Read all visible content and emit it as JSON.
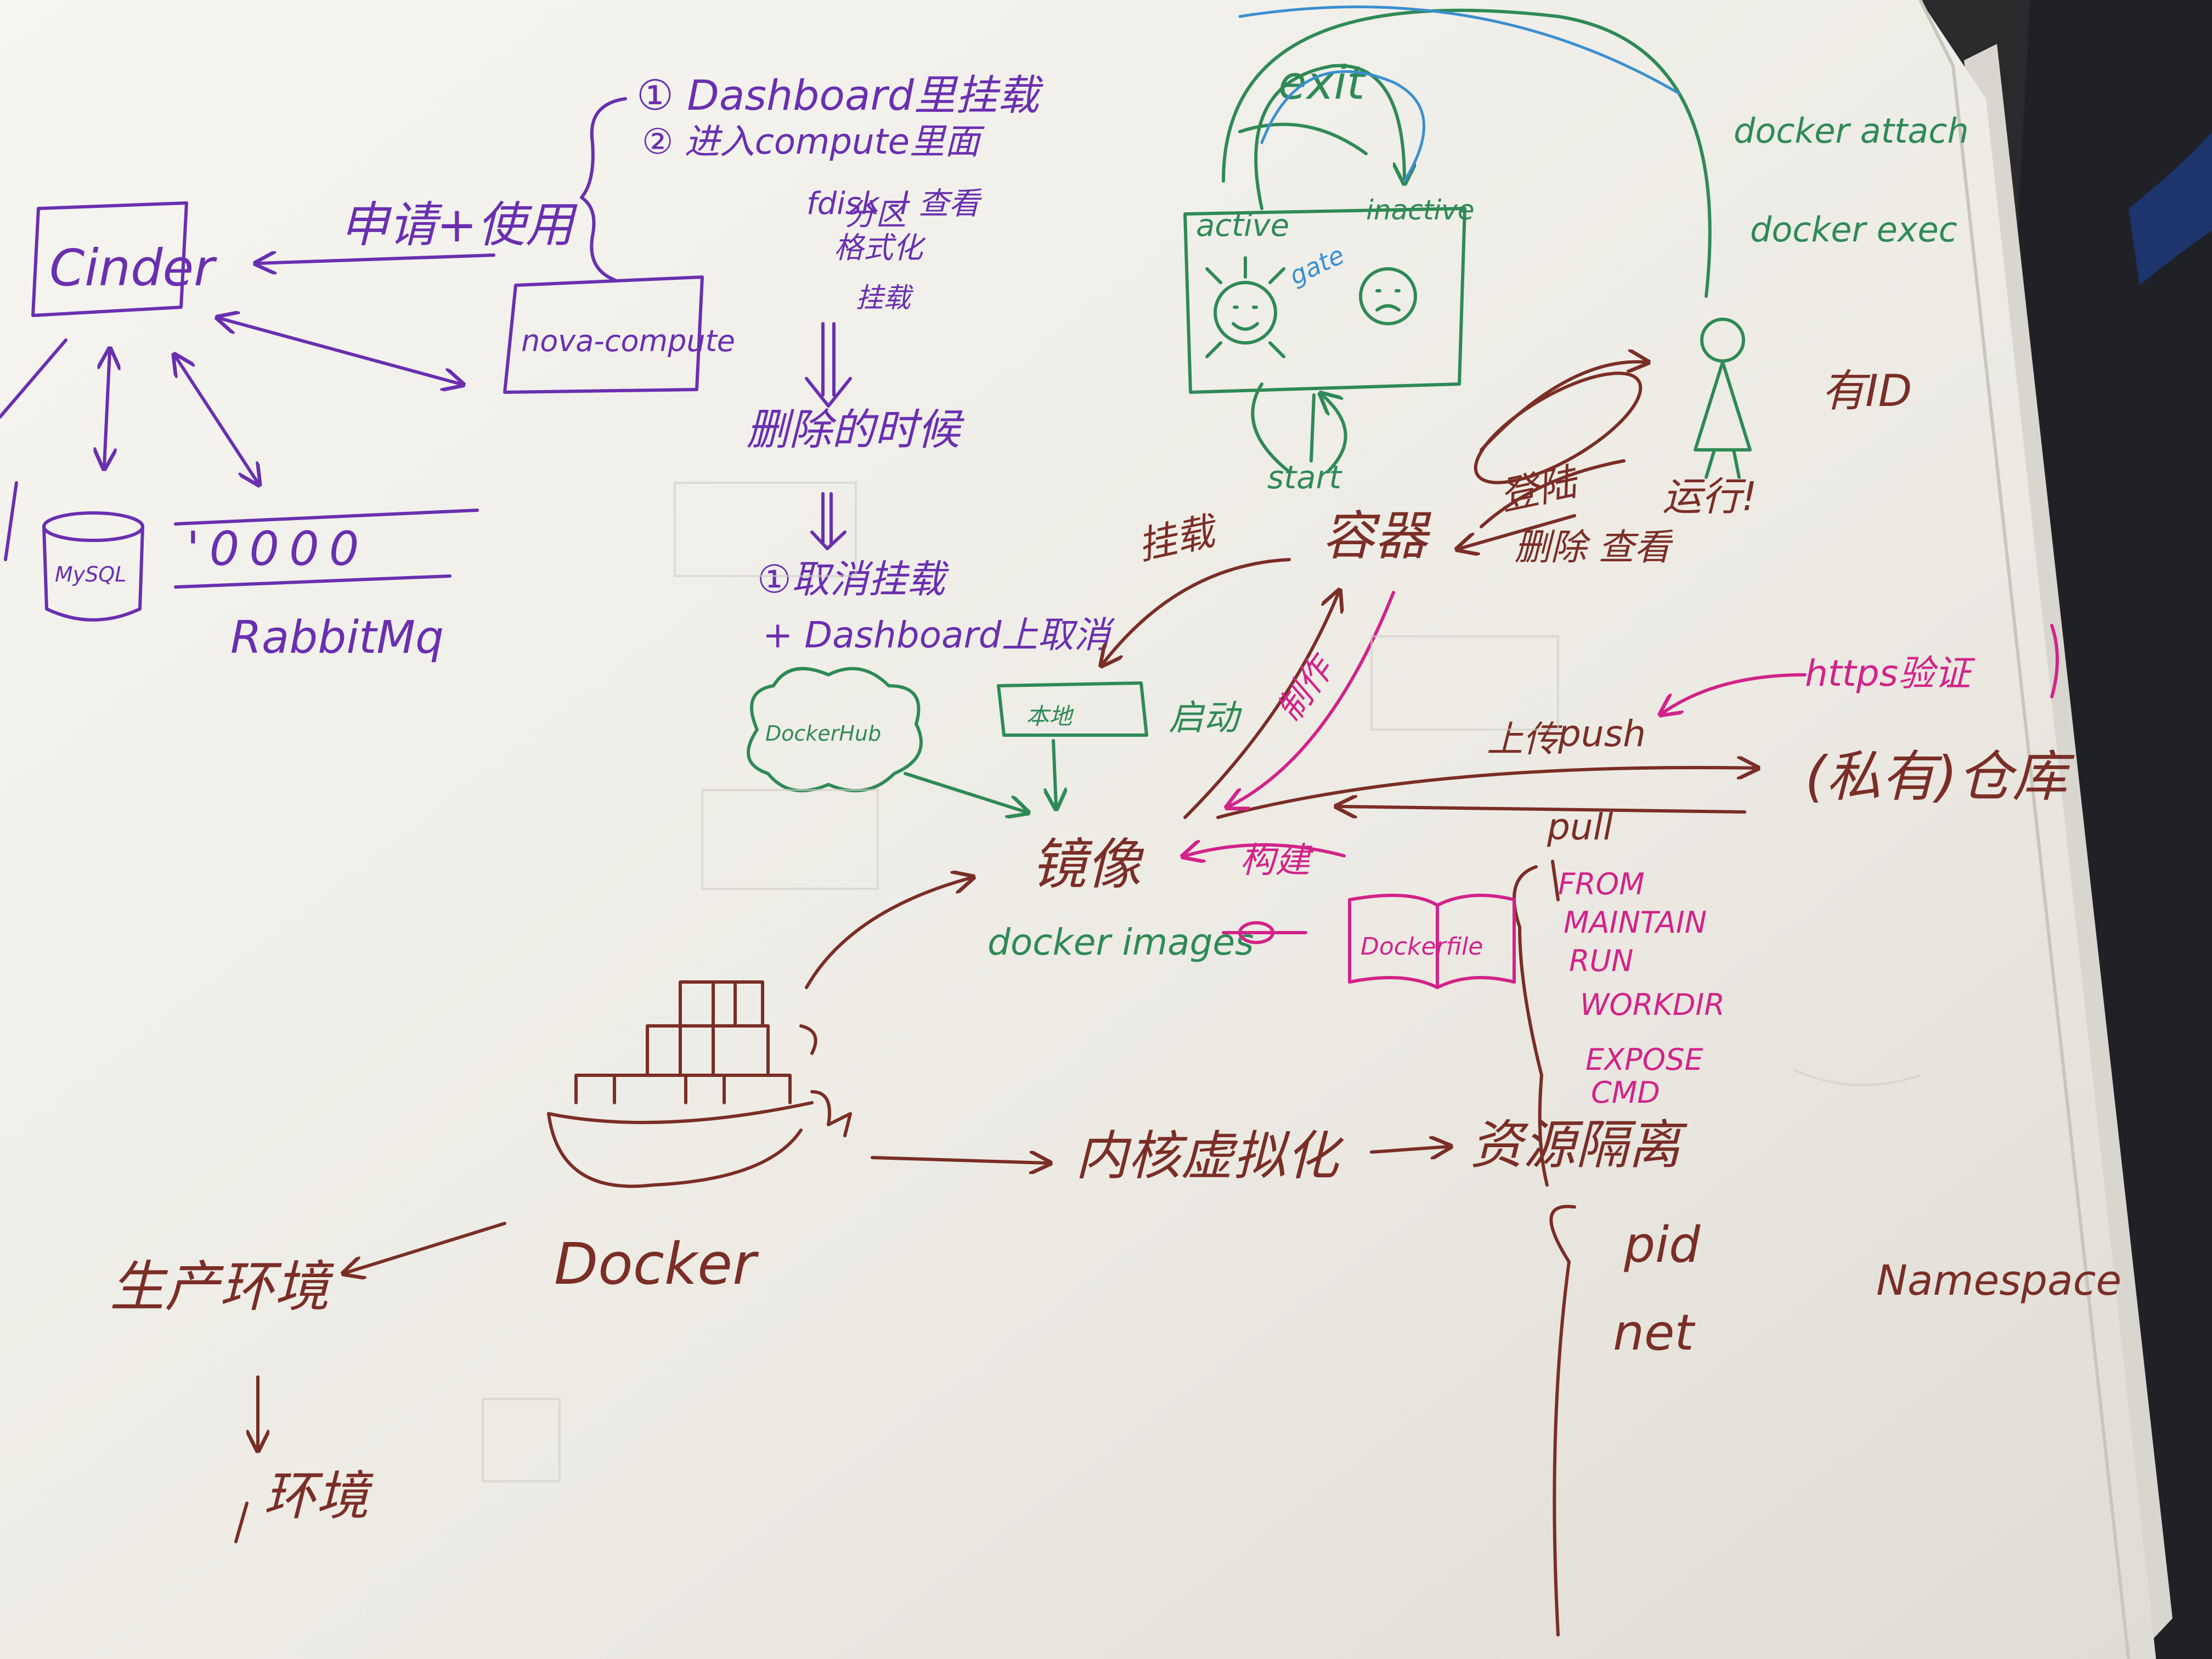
{
  "colors": {
    "purple": "#6a2fb0",
    "brown": "#7a2e26",
    "green": "#2f8a55",
    "magenta": "#d2238a",
    "blue": "#3a8fd0",
    "paper": "#f2f1ec",
    "desk": "#2a2a2c"
  },
  "texts": {
    "cinder": "Cinder",
    "nova_compute": "nova-compute",
    "mysql": "MySQL",
    "rabbitmq": "RabbitMq",
    "queue_marks": "'0000",
    "apply_use": "申请+使用",
    "step1": "① Dashboard里挂载",
    "step2": "② 进入compute里面",
    "fdisk": "fdisk -l 查看",
    "partition": "分区",
    "format": "格式化",
    "mount": "挂载",
    "delete_note": "删除的时候",
    "unmount_note": "①取消挂载",
    "dashboard_cancel": "+ Dashboard上取消",
    "docker_hub": "DockerHub",
    "local": "本地",
    "image": "镜像",
    "docker_images": "docker images",
    "dockerfile": "Dockerfile",
    "build": "构建",
    "make": "制作",
    "start_cn": "启动",
    "mount_label": "挂载",
    "container": "容器",
    "start_en": "start",
    "active": "active",
    "inactive": "inactive",
    "exit": "exit",
    "gate": "gate",
    "docker_attach": "docker attach",
    "docker_exec": "docker exec",
    "has_id": "有ID",
    "running": "运行!",
    "delete_view": "删除 查看",
    "login": "登陆",
    "https": "https验证",
    "push": "push",
    "pull": "pull",
    "upload": "上传",
    "private_repo": "(私有)仓库",
    "from": "FROM",
    "maintain": "MAINTAIN",
    "run": "RUN",
    "workdir": "WORKDIR",
    "expose": "EXPOSE",
    "cmd": "CMD",
    "kernel_vm": "内核虚拟化",
    "resource_isolation": "资源隔离",
    "pid": "pid",
    "net": "net",
    "namespace": "Namespace",
    "docker": "Docker",
    "prod_env": "生产环境",
    "env": "环境"
  }
}
